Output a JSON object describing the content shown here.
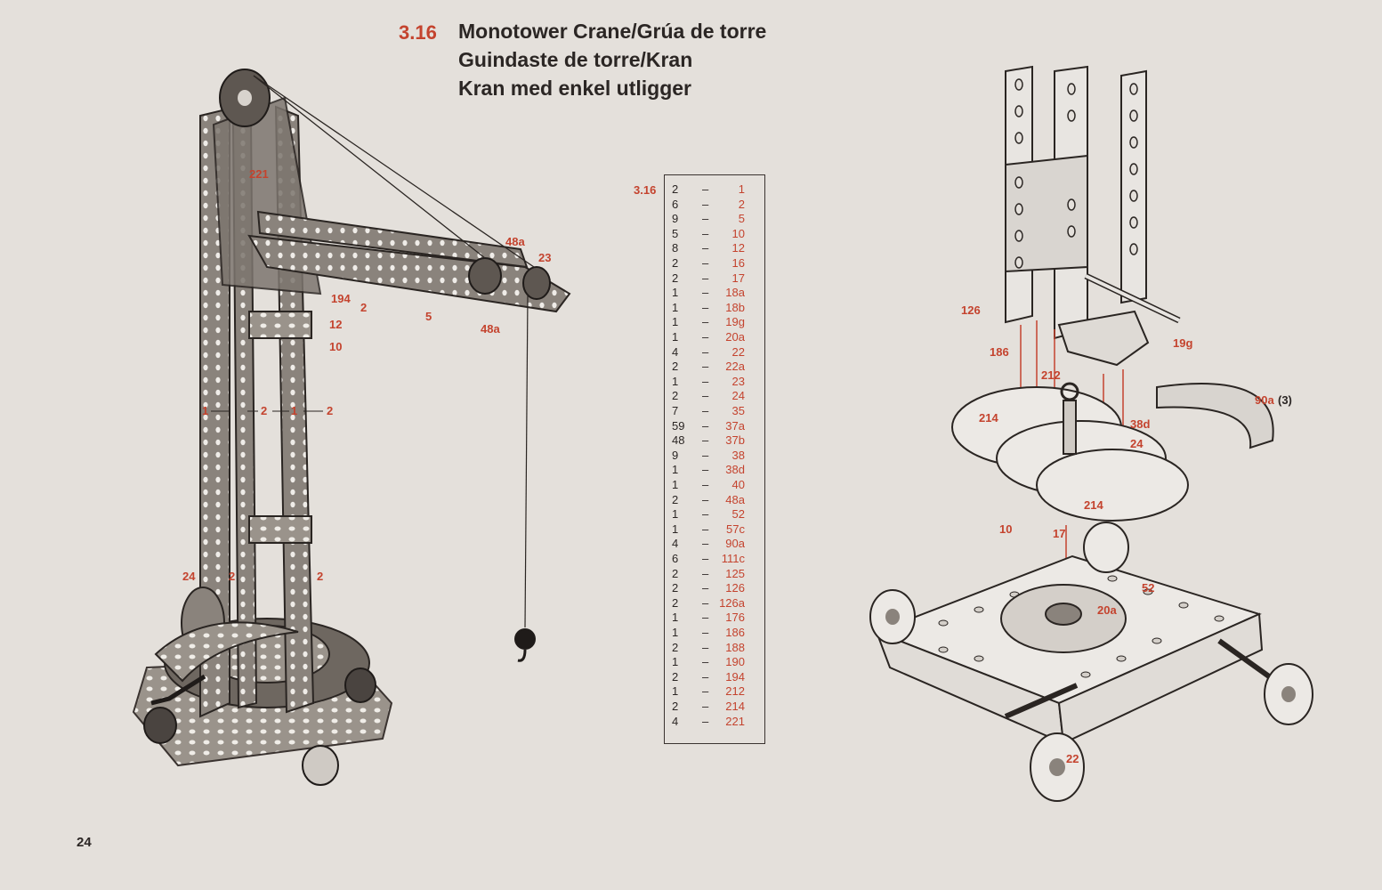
{
  "title": {
    "number": "3.16",
    "lines": [
      "Monotower Crane/Grúa de torre",
      "Guindaste de torre/Kran",
      "Kran med enkel utligger"
    ]
  },
  "parts_list": {
    "code": "3.16",
    "rows": [
      {
        "qty": "2",
        "part": "1"
      },
      {
        "qty": "6",
        "part": "2"
      },
      {
        "qty": "9",
        "part": "5"
      },
      {
        "qty": "5",
        "part": "10"
      },
      {
        "qty": "8",
        "part": "12"
      },
      {
        "qty": "2",
        "part": "16"
      },
      {
        "qty": "2",
        "part": "17"
      },
      {
        "qty": "1",
        "part": "18a"
      },
      {
        "qty": "1",
        "part": "18b"
      },
      {
        "qty": "1",
        "part": "19g"
      },
      {
        "qty": "1",
        "part": "20a"
      },
      {
        "qty": "4",
        "part": "22"
      },
      {
        "qty": "2",
        "part": "22a"
      },
      {
        "qty": "1",
        "part": "23"
      },
      {
        "qty": "2",
        "part": "24"
      },
      {
        "qty": "7",
        "part": "35"
      },
      {
        "qty": "59",
        "part": "37a"
      },
      {
        "qty": "48",
        "part": "37b"
      },
      {
        "qty": "9",
        "part": "38"
      },
      {
        "qty": "1",
        "part": "38d"
      },
      {
        "qty": "1",
        "part": "40"
      },
      {
        "qty": "2",
        "part": "48a"
      },
      {
        "qty": "1",
        "part": "52"
      },
      {
        "qty": "1",
        "part": "57c"
      },
      {
        "qty": "4",
        "part": "90a"
      },
      {
        "qty": "6",
        "part": "111c"
      },
      {
        "qty": "2",
        "part": "125"
      },
      {
        "qty": "2",
        "part": "126"
      },
      {
        "qty": "2",
        "part": "126a"
      },
      {
        "qty": "1",
        "part": "176"
      },
      {
        "qty": "1",
        "part": "186"
      },
      {
        "qty": "2",
        "part": "188"
      },
      {
        "qty": "1",
        "part": "190"
      },
      {
        "qty": "2",
        "part": "194"
      },
      {
        "qty": "1",
        "part": "212"
      },
      {
        "qty": "2",
        "part": "214"
      },
      {
        "qty": "4",
        "part": "221"
      }
    ]
  },
  "crane_callouts": {
    "c221": "221",
    "c48a_top": "48a",
    "c23": "23",
    "c194": "194",
    "c2_arm": "2",
    "c5": "5",
    "c48a_bottom": "48a",
    "c12": "12",
    "c10": "10",
    "c1_left": "1",
    "c2_left": "2",
    "c1_mid": "1",
    "c2_mid": "2",
    "c24": "24",
    "c2_low_left": "2",
    "c2_low_right": "2"
  },
  "detail_callouts": {
    "c126": "126",
    "c186": "186",
    "c19g": "19g",
    "c212": "212",
    "c90a": "90a",
    "c90a_qty": "(3)",
    "c214_top": "214",
    "c38d": "38d",
    "c24": "24",
    "c214_bottom": "214",
    "c10": "10",
    "c17": "17",
    "c52": "52",
    "c20a": "20a",
    "c22": "22"
  },
  "page_number": "24",
  "colors": {
    "accent": "#c4432e",
    "ink": "#2b2624",
    "paper": "#e4e0db"
  }
}
